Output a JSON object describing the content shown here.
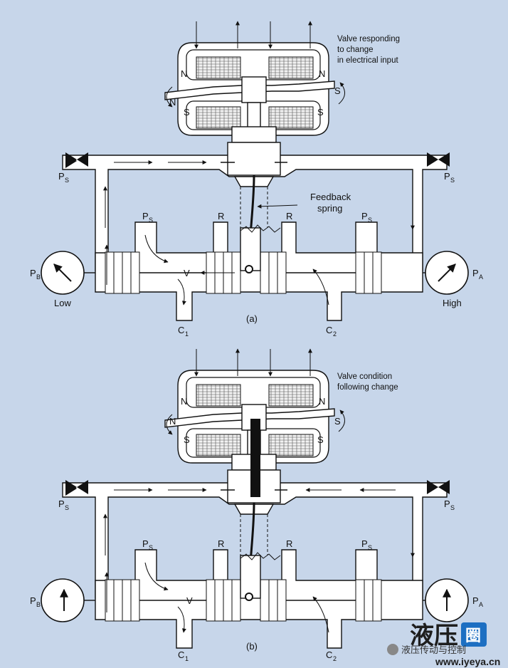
{
  "diagrams": [
    {
      "caption": "(a)",
      "note": [
        "Valve responding",
        "to change",
        "in electrical input"
      ],
      "poles": {
        "top_left": "N",
        "top_right": "N",
        "bottom_left": "S",
        "bottom_right": "S",
        "arm_left": "N",
        "arm_right": "S"
      },
      "ports": {
        "ps": "P",
        "ps_sub": "S",
        "r": "R",
        "pb": "P",
        "pb_sub": "B",
        "pa": "P",
        "pa_sub": "A",
        "c1": "C",
        "c1_sub": "1",
        "c2": "C",
        "c2_sub": "2",
        "v": "V"
      },
      "gauge_b_label": "Low",
      "gauge_a_label": "High",
      "feedback": [
        "Feedback",
        "spring"
      ]
    },
    {
      "caption": "(b)",
      "note": [
        "Valve condition",
        "following change"
      ],
      "poles": {
        "top_left": "N",
        "top_right": "N",
        "bottom_left": "S",
        "bottom_right": "S",
        "arm_left": "N",
        "arm_right": "S"
      },
      "ports": {
        "ps": "P",
        "ps_sub": "S",
        "r": "R",
        "pb": "P",
        "pb_sub": "B",
        "pa": "P",
        "pa_sub": "A",
        "c1": "C",
        "c1_sub": "1",
        "c2": "C",
        "c2_sub": "2",
        "v": "V"
      }
    }
  ],
  "watermark": {
    "logo_main": "液压",
    "logo_box": "圈",
    "name": "液压传动与控制",
    "url": "www.iyeya.cn"
  },
  "colors": {
    "background": "#c7d6ea",
    "body": "#ffffff",
    "line": "#111111",
    "watermark_box": "#1d6fc2"
  }
}
